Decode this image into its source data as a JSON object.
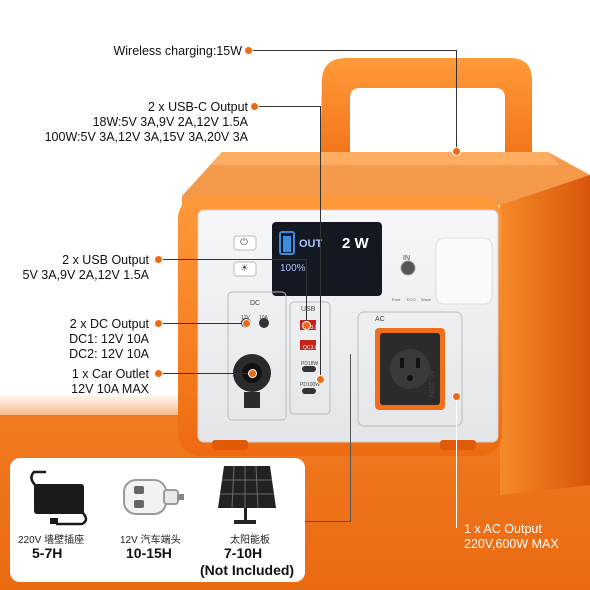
{
  "callouts": {
    "wireless": "Wireless charging:15W",
    "usbc_title": "2 x USB-C Output",
    "usbc_18w": "18W:5V 3A,9V 2A,12V 1.5A",
    "usbc_100w": "100W:5V 3A,12V 3A,15V 3A,20V 3A",
    "usb_title": "2 x USB Output",
    "usb_spec": "5V 3A,9V 2A,12V 1.5A",
    "dc_title": "2  x  DC Output",
    "dc1": "DC1: 12V 10A",
    "dc2": "DC2: 12V 10A",
    "car_title": "1  x  Car Outlet",
    "car_spec": "12V 10A MAX",
    "ac_title": "1 x AC Output",
    "ac_spec": "220V,600W MAX"
  },
  "device": {
    "display_mode": "OUT",
    "display_power": "2 W",
    "display_percent": "100%",
    "usb_label": "USB",
    "usb_port1": "QC3.0",
    "usb_port2": "QC3.0",
    "typec1": "PD18W",
    "typec2": "PD100W",
    "dc_label": "DC",
    "dc_v1": "12V",
    "dc_v2": "10A",
    "in_label": "IN",
    "ac_label": "AC",
    "ac_side": "AC 220V",
    "mode_pure": "Pure",
    "mode_eco": "ECO",
    "mode_wave": "Wave"
  },
  "charging": {
    "wall_label": "220V  墙壁插座",
    "wall_time": "5-7H",
    "car_label": "12V  汽车端头",
    "car_time": "10-15H",
    "solar_label": "太阳能板",
    "solar_time": "7-10H",
    "solar_note": "(Not Included)"
  },
  "colors": {
    "accent": "#f06a12",
    "body_orange": "#f37a1f",
    "panel": "#eef0f2"
  }
}
